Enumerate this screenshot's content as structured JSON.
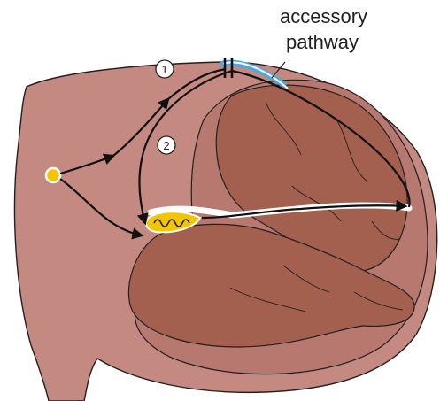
{
  "labels": {
    "callout_line1": "accessory",
    "callout_line2": "pathway",
    "route_1": "1",
    "route_2": "2"
  },
  "colors": {
    "tissue_light": "#c48a81",
    "tissue_mid": "#b7786f",
    "ventricle_dark": "#a4604f",
    "outline": "#231f20",
    "node_yellow": "#f2c500",
    "pathway_blue": "#4fa8dc",
    "arrow": "#111111",
    "white": "#ffffff"
  }
}
